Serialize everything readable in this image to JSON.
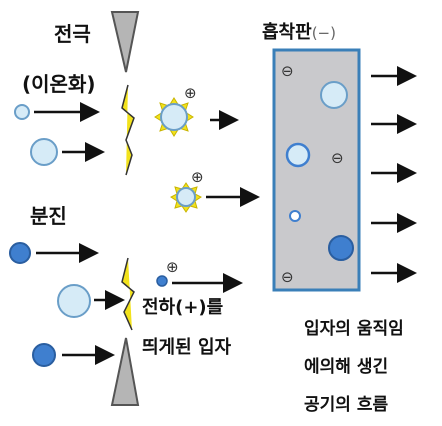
{
  "labels": {
    "electrode": "전극",
    "ionization": "(이온화)",
    "dust": "분진",
    "collector_plate": "흡착판",
    "collector_sign": "(−)",
    "charged_line1": "전하(+)를",
    "charged_line2": "띄게된 입자",
    "flow_line1": "입자의 움직임",
    "flow_line2": "에의해 생긴",
    "flow_line3": "공기의 흐름"
  },
  "symbols": {
    "plus": "⊕",
    "minus": "⊖"
  },
  "colors": {
    "plate_fill": "#c9c9cc",
    "plate_stroke": "#3a7fb8",
    "particle_light": "#d6ebf7",
    "particle_light_stroke": "#6a9ec8",
    "particle_dark": "#3f7fcf",
    "particle_dark_stroke": "#2a5ea0",
    "spark": "#f2e21c",
    "electrode": "#b5b5b5"
  }
}
